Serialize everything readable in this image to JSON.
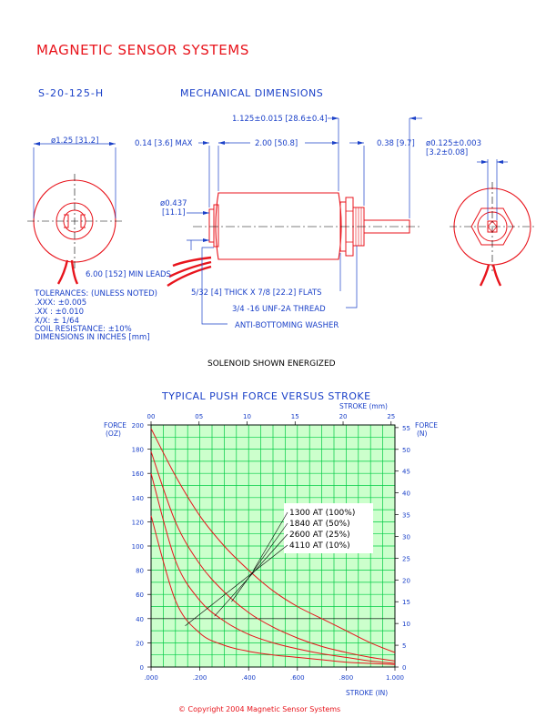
{
  "header": {
    "company": "MAGNETIC SENSOR SYSTEMS",
    "part_number": "S-20-125-H",
    "section_title": "MECHANICAL DIMENSIONS"
  },
  "dimensions": {
    "overall_length": "1.125±0.015 [28.6±0.4]",
    "diameter": "ø1.25 [31.2]",
    "max_offset": "0.14 [3.6] MAX",
    "body_length": "2.00 [50.8]",
    "plunger_extension": "0.38 [9.7]",
    "plunger_diameter_in": "ø0.125±0.003",
    "plunger_diameter_mm": "[3.2±0.08]",
    "boss_diameter_in": "ø0.437",
    "boss_diameter_mm": "[11.1]",
    "leads": "6.00 [152] MIN LEADS",
    "flats": "5/32 [4] THICK X 7/8 [22.2] FLATS",
    "thread": "3/4 -16 UNF-2A THREAD",
    "washer": "ANTI-BOTTOMING WASHER"
  },
  "tolerances": {
    "heading": "TOLERANCES: (UNLESS NOTED)",
    "lines": [
      ".XXX: ±0.005",
      ".XX : ±0.010",
      "X/X:  ± 1/64",
      "COIL RESISTANCE: ±10%",
      "DIMENSIONS IN INCHES [mm]"
    ]
  },
  "caption": "SOLENOID SHOWN ENERGIZED",
  "copyright": "©  Copyright 2004 Magnetic Sensor Systems",
  "colors": {
    "brand": "#e8141c",
    "dimension": "#1a40c8",
    "grid": "#00cc44",
    "plot_bg": "#ccffcc",
    "curve": "#e8141c"
  },
  "chart_data": {
    "type": "line",
    "title": "TYPICAL PUSH FORCE VERSUS STROKE",
    "xlabel_bottom": "STROKE (IN)",
    "xlabel_top": "STROKE (mm)",
    "ylabel_left": "FORCE (OZ)",
    "ylabel_right": "FORCE (N)",
    "xlim": [
      0,
      1.0
    ],
    "ylim": [
      0,
      200
    ],
    "xlim_top": [
      0,
      25.4
    ],
    "ylim_right": [
      0,
      55.6
    ],
    "grid": true,
    "x_ticks_bottom": [
      ".000",
      ".200",
      ".400",
      ".600",
      ".800",
      "1.000"
    ],
    "x_ticks_top": [
      "00",
      "05",
      "10",
      "15",
      "20",
      "25"
    ],
    "y_ticks_left": [
      "0",
      "20",
      "40",
      "60",
      "80",
      "100",
      "120",
      "140",
      "160",
      "180",
      "200"
    ],
    "y_ticks_right": [
      "0",
      "5",
      "10",
      "15",
      "20",
      "25",
      "30",
      "35",
      "40",
      "45",
      "50",
      "55"
    ],
    "x": [
      0.0,
      0.1,
      0.2,
      0.3,
      0.4,
      0.5,
      0.6,
      0.7,
      0.8,
      0.9,
      1.0
    ],
    "series": [
      {
        "name": "1300 AT (100%)",
        "values": [
          197,
          158,
          125,
          100,
          80,
          63,
          50,
          40,
          30,
          20,
          12
        ]
      },
      {
        "name": "1840 AT (50%)",
        "values": [
          178,
          120,
          85,
          62,
          45,
          33,
          24,
          17,
          12,
          8,
          5
        ]
      },
      {
        "name": "2600 AT (25%)",
        "values": [
          160,
          88,
          55,
          38,
          27,
          20,
          15,
          11,
          8,
          5,
          3
        ]
      },
      {
        "name": "4110 AT (10%)",
        "values": [
          125,
          55,
          28,
          18,
          13,
          10,
          8,
          6,
          4,
          3,
          2
        ]
      }
    ],
    "legend": [
      "1300 AT (100%)",
      "1840 AT (50%)",
      "2600 AT (25%)",
      "4110 AT (10%)"
    ]
  }
}
